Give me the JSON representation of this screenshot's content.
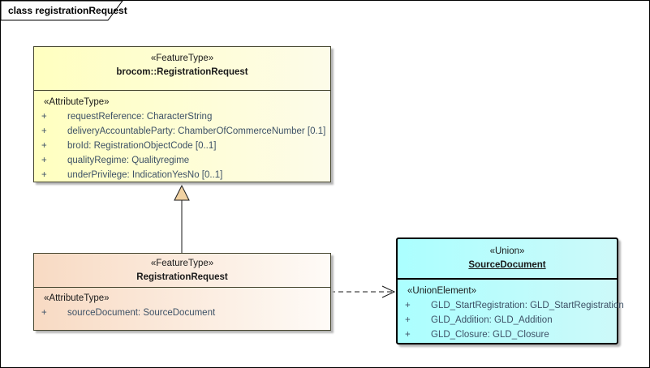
{
  "diagram_frame": {
    "title": "class registrationRequest"
  },
  "colors": {
    "feature_type_fill_left": "#ffffc0",
    "feature_type_fill_right": "#fdfce9",
    "registration_request_fill_left": "#f8dac3",
    "registration_request_fill_right": "#fefbf7",
    "union_fill_left": "#abffff",
    "union_fill_right": "#cdf9f9",
    "generalization_arrow_fill": "#f1d2a2",
    "attribute_text": "#3d5166",
    "box_shadow": "#b6b6b6"
  },
  "classes": [
    {
      "stereotype": "«FeatureType»",
      "name": "brocom::RegistrationRequest",
      "section_label": "«AttributeType»",
      "attributes": [
        {
          "vis": "+",
          "text": "requestReference: CharacterString"
        },
        {
          "vis": "+",
          "text": "deliveryAccountableParty: ChamberOfCommerceNumber [0.1]"
        },
        {
          "vis": "+",
          "text": "broId: RegistrationObjectCode [0..1]"
        },
        {
          "vis": "+",
          "text": "qualityRegime: Qualityregime"
        },
        {
          "vis": "+",
          "text": "underPrivilege: IndicationYesNo [0..1]"
        }
      ]
    },
    {
      "stereotype": "«FeatureType»",
      "name": "RegistrationRequest",
      "section_label": "«AttributeType»",
      "attributes": [
        {
          "vis": "+",
          "text": "sourceDocument: SourceDocument"
        }
      ]
    },
    {
      "stereotype": "«Union»",
      "name": "SourceDocument",
      "section_label": "«UnionElement»",
      "attributes": [
        {
          "vis": "+",
          "text": "GLD_StartRegistration: GLD_StartRegistration"
        },
        {
          "vis": "+",
          "text": "GLD_Addition: GLD_Addition"
        },
        {
          "vis": "+",
          "text": "GLD_Closure: GLD_Closure"
        }
      ]
    }
  ],
  "relationships": [
    {
      "type": "generalization",
      "from": "RegistrationRequest",
      "to": "brocom::RegistrationRequest"
    },
    {
      "type": "dependency",
      "from": "RegistrationRequest",
      "to": "SourceDocument"
    }
  ]
}
